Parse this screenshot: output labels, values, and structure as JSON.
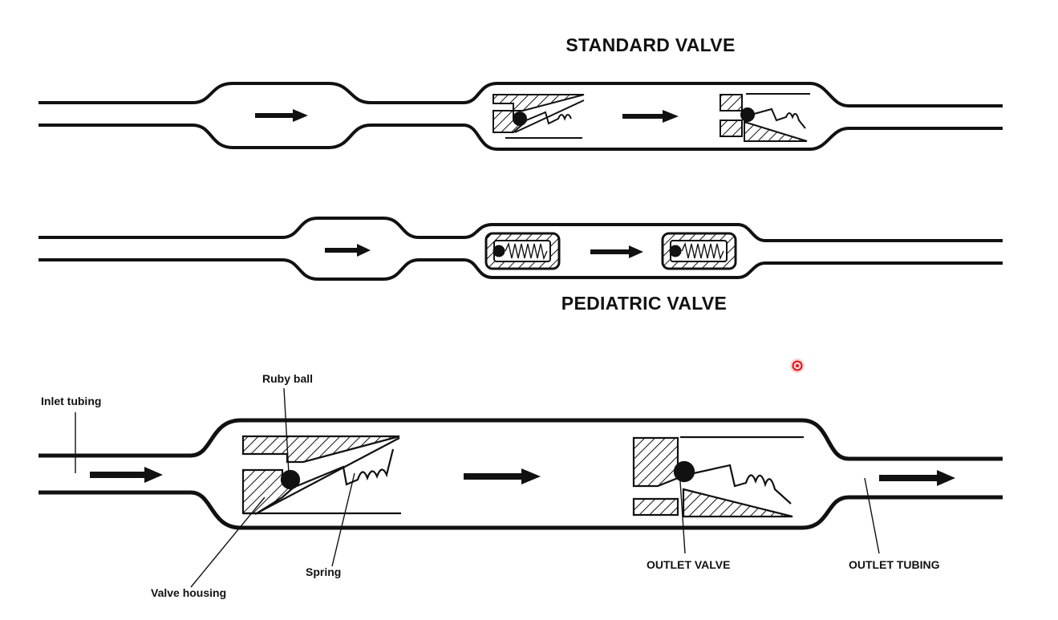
{
  "standard": {
    "title": "STANDARD VALVE"
  },
  "pediatric": {
    "title": "PEDIATRIC VALVE"
  },
  "labels": {
    "ruby_ball": "Ruby ball",
    "inlet_tubing": "Inlet tubing",
    "valve_housing": "Valve housing",
    "spring": "Spring",
    "outlet_valve": "OUTLET VALVE",
    "outlet_tubing": "OUTLET TUBING"
  },
  "colors": {
    "ink": "#111111",
    "pointer": "#e0141a",
    "background": "#ffffff"
  }
}
